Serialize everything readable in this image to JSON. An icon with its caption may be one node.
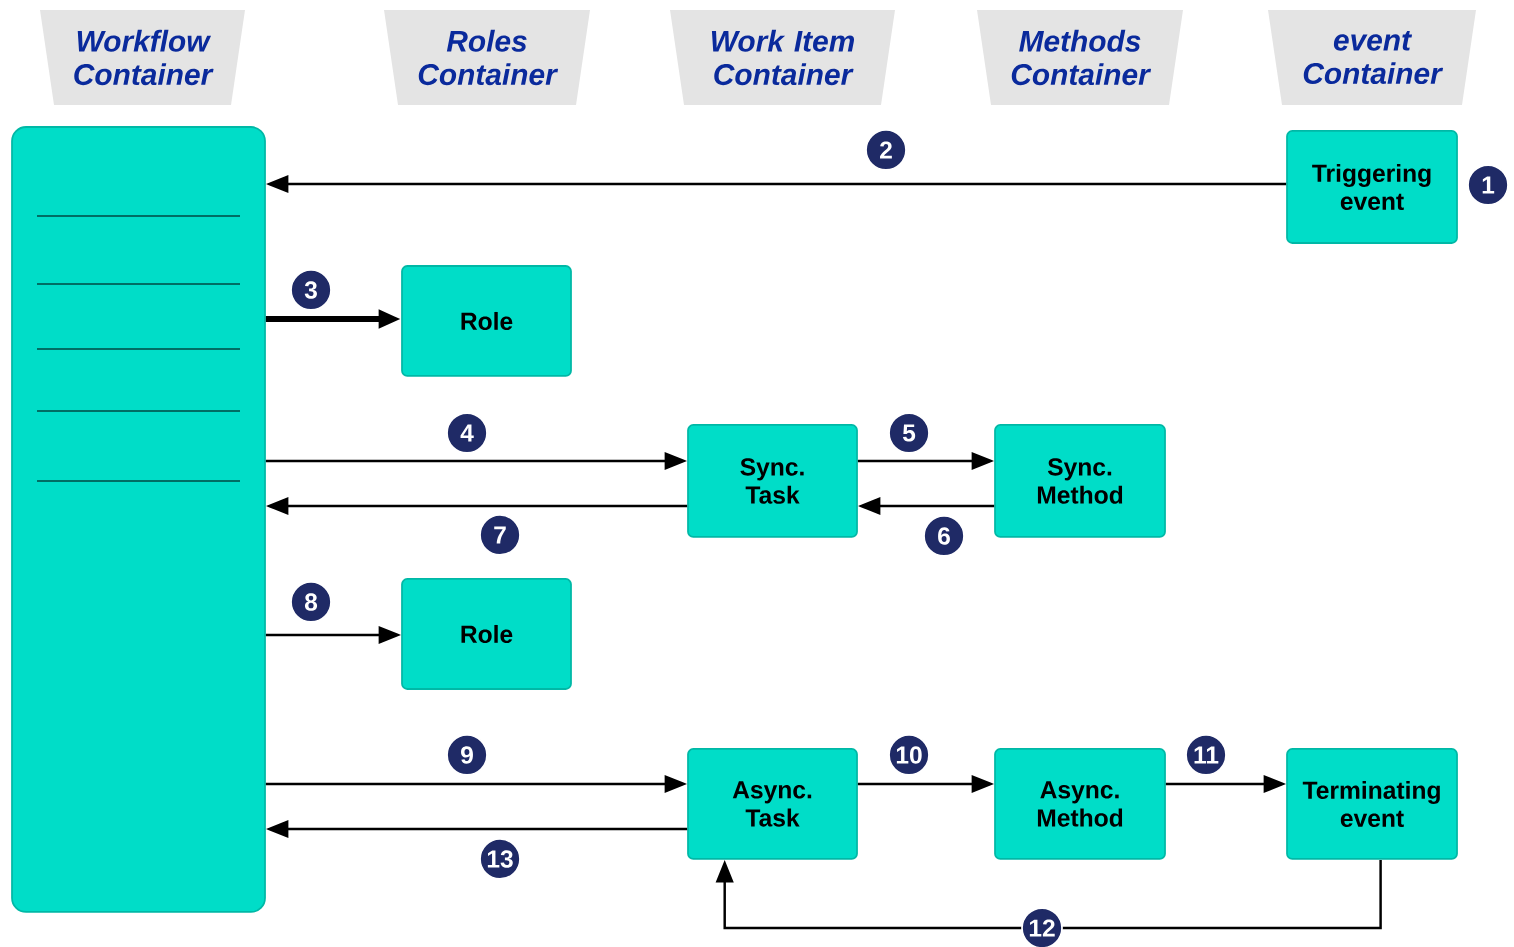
{
  "diagram": {
    "nodes": [
      {
        "text": [
          "Workflow Container"
        ]
      },
      {
        "text": [
          "Roles Container"
        ]
      },
      {
        "text": [
          "Work Item Container"
        ]
      },
      {
        "text": [
          "Methods Container"
        ]
      },
      {
        "text": [
          "event Container"
        ]
      },
      {
        "text": [],
        "shape": "box"
      },
      {
        "text": [
          "Triggering event"
        ],
        "beside": [
          "1"
        ]
      },
      {
        "text": [
          "Role"
        ]
      },
      {
        "text": [
          "Sync. Task"
        ]
      },
      {
        "text": [
          "Sync. Method"
        ]
      },
      {
        "text": [
          "Role"
        ]
      },
      {
        "text": [
          "Async. Task"
        ]
      },
      {
        "text": [
          "Async. Method"
        ]
      },
      {
        "text": [
          "Terminating event"
        ]
      }
    ],
    "edges": [
      {
        "from": 6,
        "to": 5,
        "arrow": "to",
        "label": "2"
      },
      {
        "from": 5,
        "to": 7,
        "arrow": "to",
        "label": "3",
        "style": "thick"
      },
      {
        "from": 5,
        "to": 8,
        "arrow": "to",
        "label": "4"
      },
      {
        "from": 8,
        "to": 9,
        "arrow": "to",
        "label": "5"
      },
      {
        "from": 9,
        "to": 8,
        "arrow": "to",
        "label": "6"
      },
      {
        "from": 8,
        "to": 5,
        "arrow": "to",
        "label": "7"
      },
      {
        "from": 5,
        "to": 10,
        "arrow": "to",
        "label": "8"
      },
      {
        "from": 5,
        "to": 11,
        "arrow": "to",
        "label": "9"
      },
      {
        "from": 11,
        "to": 12,
        "arrow": "to",
        "label": "10"
      },
      {
        "from": 12,
        "to": 13,
        "arrow": "to",
        "label": "11"
      },
      {
        "from": 13,
        "to": 11,
        "arrow": "to",
        "label": "12"
      },
      {
        "from": 11,
        "to": 5,
        "arrow": "to",
        "label": "13"
      }
    ]
  }
}
